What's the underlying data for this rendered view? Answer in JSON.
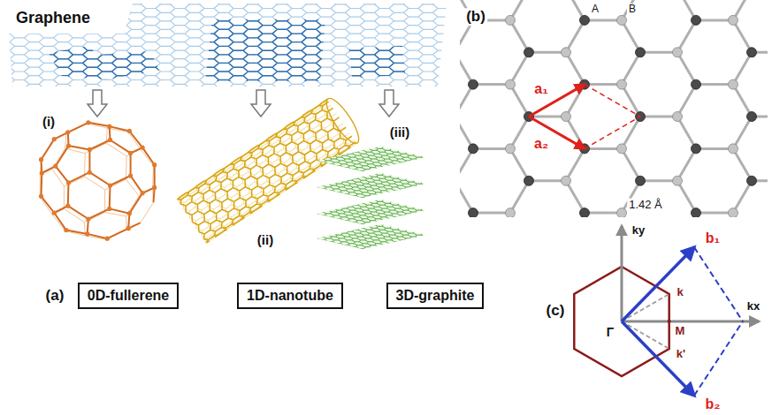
{
  "diagram": {
    "nodes": [
      {
        "text": [
          "0D-fullerene"
        ]
      },
      {
        "text": [
          "1D-nanotube"
        ]
      },
      {
        "text": [
          "3D-graphite"
        ]
      }
    ],
    "labels": [
      "Graphene",
      "(i)",
      "(ii)",
      "(iii)",
      "(a)",
      "(b)",
      "A",
      "B",
      "a₁",
      "a₂",
      "1.42 Å",
      "(c)",
      "ky",
      "kx",
      "b₁",
      "b₂",
      "Γ",
      "k",
      "M",
      "k'"
    ]
  }
}
